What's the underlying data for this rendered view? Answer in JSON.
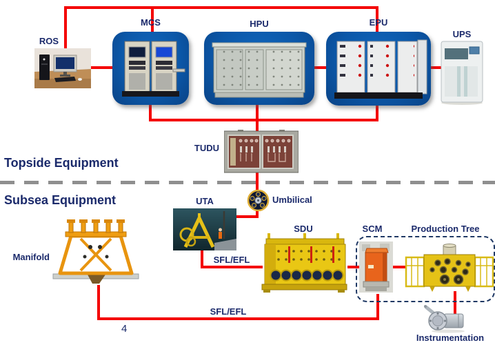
{
  "slide": {
    "page_number": "4"
  },
  "sections": {
    "topside": "Topside Equipment",
    "subsea": "Subsea Equipment"
  },
  "nodes": {
    "ros": "ROS",
    "mcs": "MCS",
    "hpu": "HPU",
    "epu": "EPU",
    "ups": "UPS",
    "tudu": "TUDU",
    "uta": "UTA",
    "umbilical": "Umbilical",
    "manifold": "Manifold",
    "sdu": "SDU",
    "scm": "SCM",
    "production_tree": "Production Tree",
    "instrumentation": "Instrumentation"
  },
  "links": {
    "sfl_efl_upper": "SFL/EFL",
    "sfl_efl_lower": "SFL/EFL"
  },
  "colors": {
    "line_red": "#f40000",
    "label_navy": "#1b2a6b",
    "divider_gray": "#8f8f8f",
    "dashed_navy": "#1f3864"
  }
}
